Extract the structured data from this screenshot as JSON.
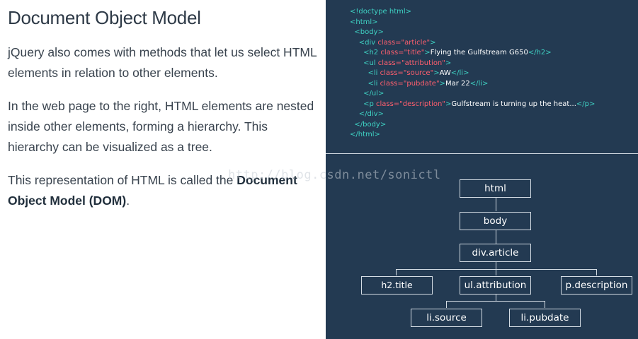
{
  "left": {
    "title": "Document Object Model",
    "para1": "jQuery also comes with methods that let us select HTML elements in relation to other elements.",
    "para2": "In the web page to the right, HTML elements are nested inside other elements, forming a hierarchy. This hierarchy can be visualized as a tree.",
    "para3_prefix": "This representation of HTML is called the ",
    "para3_bold": "Document Object Model (DOM)",
    "para3_suffix": "."
  },
  "code": {
    "line1": "<!doctype html>",
    "line2": "<html>",
    "line3": "<body>",
    "line4_tag": "<div ",
    "line4_attr": "class=\"article\"",
    "line4_end": ">",
    "line5_tag": "<h2 ",
    "line5_attr": "class=\"title\"",
    "line5_end": ">",
    "line5_text": "Flying the Gulfstream G650",
    "line5_close": "</h2>",
    "line6_tag": "<ul ",
    "line6_attr": "class=\"attribution\"",
    "line6_end": ">",
    "line7_tag": "<li ",
    "line7_attr": "class=\"source\"",
    "line7_end": ">",
    "line7_text": "AW",
    "line7_close": "</li>",
    "line8_tag": "<li ",
    "line8_attr": "class=\"pubdate\"",
    "line8_end": ">",
    "line8_text": "Mar 22",
    "line8_close": "</li>",
    "line9": "</ul>",
    "line10_tag": "<p ",
    "line10_attr": "class=\"description\"",
    "line10_end": ">",
    "line10_text": "Gulfstream is turning up the heat...",
    "line10_close": "</p>",
    "line11": "</div>",
    "line12": "</body>",
    "line13": "</html>"
  },
  "tree": {
    "html": "html",
    "body": "body",
    "article": "div.article",
    "title": "h2.title",
    "attribution": "ul.attribution",
    "description": "p.description",
    "source": "li.source",
    "pubdate": "li.pubdate"
  },
  "watermark": "http://blog.csdn.net/sonictl",
  "colors": {
    "panel_bg": "#233a52",
    "tag": "#3fd3c4",
    "attr": "#ff5f6e",
    "text": "#39434e"
  }
}
